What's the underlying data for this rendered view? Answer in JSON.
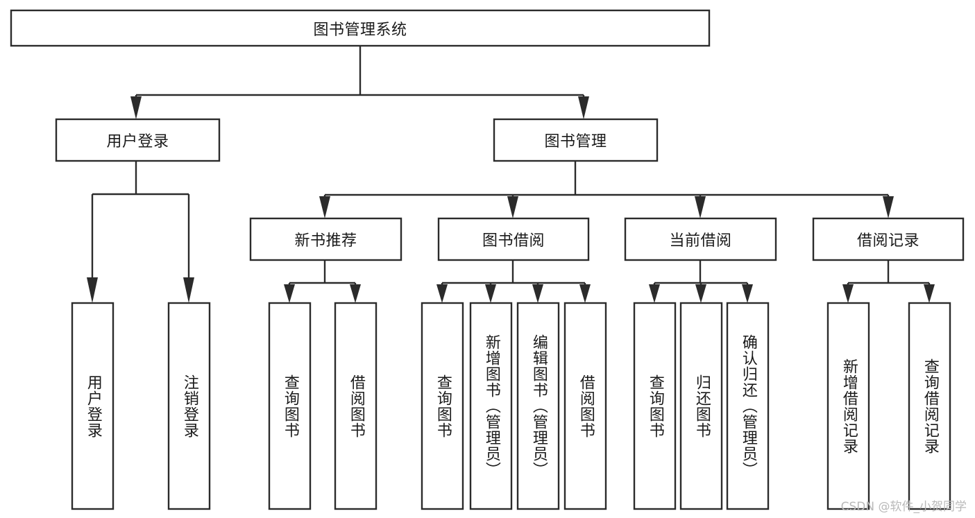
{
  "diagram": {
    "type": "tree",
    "title": "图书管理系统",
    "root": {
      "label": "图书管理系统"
    },
    "level2": [
      {
        "label": "用户登录"
      },
      {
        "label": "图书管理"
      }
    ],
    "level3": [
      {
        "label": "新书推荐"
      },
      {
        "label": "图书借阅"
      },
      {
        "label": "当前借阅"
      },
      {
        "label": "借阅记录"
      }
    ],
    "leaves": {
      "user_login": [
        {
          "label": "用户登录"
        },
        {
          "label": "注销登录"
        }
      ],
      "new_book_recommend": [
        {
          "label": "查询图书"
        },
        {
          "label": "借阅图书"
        }
      ],
      "book_borrow": [
        {
          "label": "查询图书"
        },
        {
          "label": "新增图书（管理员）"
        },
        {
          "label": "编辑图书（管理员）"
        },
        {
          "label": "借阅图书"
        }
      ],
      "current_borrow": [
        {
          "label": "查询图书"
        },
        {
          "label": "归还图书"
        },
        {
          "label": "确认归还（管理员）"
        }
      ],
      "borrow_record": [
        {
          "label": "新增借阅记录"
        },
        {
          "label": "查询借阅记录"
        }
      ]
    }
  },
  "watermark": {
    "text": "CSDN @软件_小贺同学"
  },
  "colors": {
    "stroke": "#2b2b2b",
    "box_fill": "#ffffff",
    "text": "#1a1a1a",
    "watermark": "#b9b9b9",
    "background": "#ffffff"
  }
}
